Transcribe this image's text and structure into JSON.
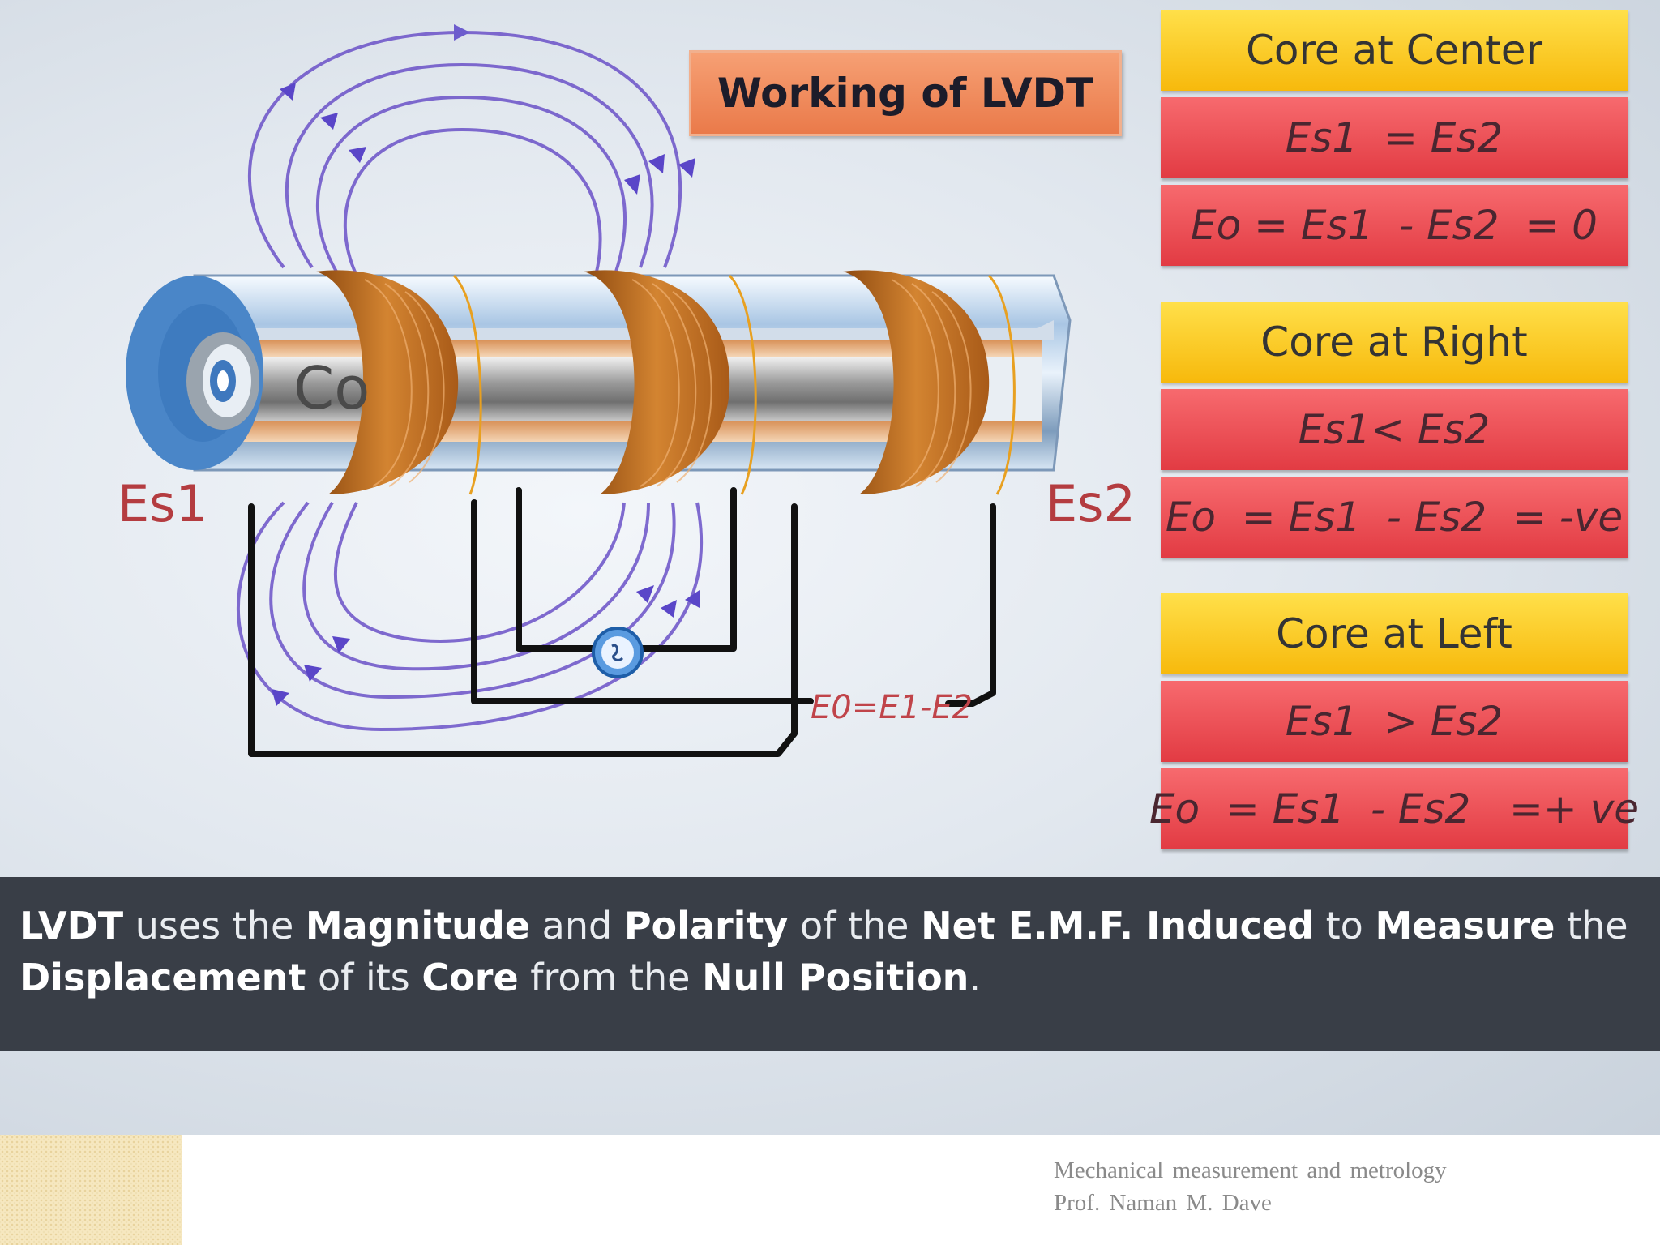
{
  "diagram": {
    "title": "Working of LVDT",
    "left_label": "Es1",
    "right_label": "Es2",
    "output_label": "E0=E1-E2",
    "core_label": "Co"
  },
  "panels": [
    {
      "header": "Core at Center",
      "rows": [
        "Es1  = Es2",
        "Eo = Es1  - Es2  = 0"
      ]
    },
    {
      "header": "Core at Right",
      "rows": [
        "Es1< Es2",
        "Eo  = Es1  - Es2  = -ve"
      ]
    },
    {
      "header": "Core at Left",
      "rows": [
        "Es1  > Es2",
        "Eo  = Es1  - Es2   =+ ve"
      ]
    }
  ],
  "caption": {
    "segments": [
      {
        "text": "LVDT",
        "bold": true
      },
      {
        "text": " uses the ",
        "bold": false
      },
      {
        "text": "Magnitude",
        "bold": true
      },
      {
        "text": " and ",
        "bold": false
      },
      {
        "text": "Polarity",
        "bold": true
      },
      {
        "text": " of the ",
        "bold": false
      },
      {
        "text": "Net E.M.F. Induced",
        "bold": true
      },
      {
        "text": " to ",
        "bold": false
      },
      {
        "text": "Measure",
        "bold": true
      },
      {
        "text": " the ",
        "bold": false
      },
      {
        "text": "Displacement",
        "bold": true
      },
      {
        "text": " of its ",
        "bold": false
      },
      {
        "text": "Core",
        "bold": true
      },
      {
        "text": " from the ",
        "bold": false
      },
      {
        "text": "Null Position",
        "bold": true
      },
      {
        "text": ".",
        "bold": false
      }
    ]
  },
  "footer": {
    "line1": "Mechanical measurement  and metrology",
    "line2": "Prof. Naman M. Dave"
  },
  "colors": {
    "title_box": "#ee8656",
    "header_yellow": "#fbcd24",
    "row_red": "#ec4e55",
    "caption_band": "#393e47",
    "coil_copper": "#c8731f",
    "flux_lines": "#6b52c8",
    "wire": "#111111"
  }
}
